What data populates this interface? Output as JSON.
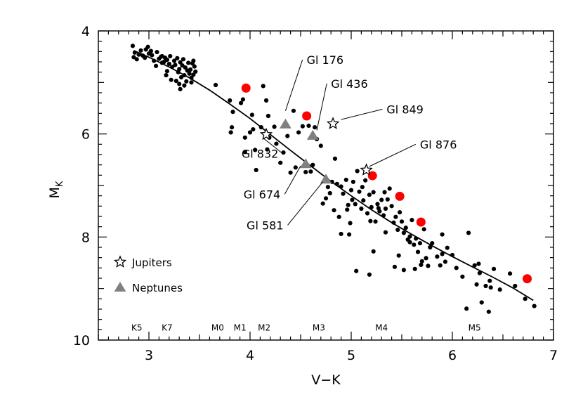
{
  "chart_data": {
    "type": "scatter",
    "xlabel": "V−K",
    "ylabel": {
      "main": "M",
      "sub": "K"
    },
    "xlim": [
      2.5,
      7.0
    ],
    "ylim": [
      10,
      4
    ],
    "y_inverted": true,
    "x_ticks": [
      "3",
      "4",
      "5",
      "6",
      "7"
    ],
    "y_ticks": [
      "4",
      "6",
      "8",
      "10"
    ],
    "grid": false,
    "colors": {
      "stars": "#000000",
      "red": "#ff0000",
      "neptune": "#808080",
      "curve": "#000000"
    },
    "series": [
      {
        "role": "stars",
        "marker": "dot",
        "points": [
          [
            2.84,
            4.29
          ],
          [
            2.86,
            4.42
          ],
          [
            2.85,
            4.51
          ],
          [
            2.88,
            4.55
          ],
          [
            2.9,
            4.46
          ],
          [
            2.92,
            4.38
          ],
          [
            2.94,
            4.48
          ],
          [
            2.96,
            4.52
          ],
          [
            2.97,
            4.36
          ],
          [
            2.99,
            4.31
          ],
          [
            3.0,
            4.44
          ],
          [
            3.02,
            4.39
          ],
          [
            3.03,
            4.47
          ],
          [
            3.05,
            4.58
          ],
          [
            3.07,
            4.68
          ],
          [
            3.08,
            4.41
          ],
          [
            3.1,
            4.54
          ],
          [
            3.12,
            4.5
          ],
          [
            3.13,
            4.49
          ],
          [
            3.15,
            4.6
          ],
          [
            3.16,
            4.52
          ],
          [
            3.18,
            4.56
          ],
          [
            3.2,
            4.64
          ],
          [
            3.21,
            4.49
          ],
          [
            3.23,
            4.7
          ],
          [
            3.25,
            4.58
          ],
          [
            3.26,
            4.66
          ],
          [
            3.28,
            4.53
          ],
          [
            3.29,
            4.8
          ],
          [
            3.3,
            4.74
          ],
          [
            3.31,
            4.61
          ],
          [
            3.32,
            4.9
          ],
          [
            3.33,
            4.67
          ],
          [
            3.34,
            4.55
          ],
          [
            3.35,
            4.86
          ],
          [
            3.36,
            4.71
          ],
          [
            3.37,
            4.98
          ],
          [
            3.38,
            4.77
          ],
          [
            3.39,
            4.62
          ],
          [
            3.4,
            4.83
          ],
          [
            3.41,
            4.75
          ],
          [
            3.42,
            4.91
          ],
          [
            3.43,
            4.63
          ],
          [
            3.44,
            4.85
          ],
          [
            3.45,
            4.69
          ],
          [
            3.27,
            4.97
          ],
          [
            3.3,
            5.03
          ],
          [
            3.22,
            4.95
          ],
          [
            3.35,
            5.06
          ],
          [
            3.18,
            4.78
          ],
          [
            3.17,
            4.86
          ],
          [
            3.13,
            4.62
          ],
          [
            3.42,
            5.0
          ],
          [
            3.46,
            4.79
          ],
          [
            3.44,
            4.58
          ],
          [
            3.31,
            5.13
          ],
          [
            3.66,
            5.05
          ],
          [
            3.8,
            5.35
          ],
          [
            3.83,
            5.57
          ],
          [
            3.82,
            5.87
          ],
          [
            3.81,
            5.97
          ],
          [
            3.91,
            5.4
          ],
          [
            3.93,
            5.33
          ],
          [
            3.95,
            6.07
          ],
          [
            3.95,
            6.35
          ],
          [
            4.0,
            5.97
          ],
          [
            4.02,
            5.63
          ],
          [
            4.03,
            5.91
          ],
          [
            4.05,
            6.31
          ],
          [
            4.06,
            6.7
          ],
          [
            4.11,
            5.87
          ],
          [
            4.13,
            5.07
          ],
          [
            4.16,
            5.35
          ],
          [
            4.18,
            5.65
          ],
          [
            4.17,
            6.3
          ],
          [
            4.19,
            6.07
          ],
          [
            4.24,
            5.86
          ],
          [
            4.26,
            6.19
          ],
          [
            4.3,
            6.56
          ],
          [
            4.33,
            6.36
          ],
          [
            4.37,
            6.04
          ],
          [
            4.4,
            6.75
          ],
          [
            4.43,
            5.55
          ],
          [
            4.45,
            6.65
          ],
          [
            4.48,
            5.97
          ],
          [
            4.52,
            5.85
          ],
          [
            4.55,
            6.74
          ],
          [
            4.58,
            5.84
          ],
          [
            4.6,
            6.73
          ],
          [
            4.62,
            6.6
          ],
          [
            4.64,
            5.87
          ],
          [
            4.66,
            6.1
          ],
          [
            4.7,
            6.23
          ],
          [
            4.75,
            7.25
          ],
          [
            4.77,
            7.03
          ],
          [
            4.79,
            7.15
          ],
          [
            4.81,
            6.93
          ],
          [
            4.83,
            7.48
          ],
          [
            4.86,
            6.97
          ],
          [
            4.88,
            7.61
          ],
          [
            4.9,
            7.02
          ],
          [
            4.92,
            7.16
          ],
          [
            4.95,
            6.89
          ],
          [
            4.97,
            7.38
          ],
          [
            4.98,
            7.95
          ],
          [
            5.0,
            7.09
          ],
          [
            5.02,
            6.93
          ],
          [
            5.04,
            7.36
          ],
          [
            5.06,
            6.72
          ],
          [
            5.08,
            7.12
          ],
          [
            5.1,
            7.45
          ],
          [
            5.12,
            7.29
          ],
          [
            5.14,
            6.9
          ],
          [
            5.16,
            7.54
          ],
          [
            5.18,
            7.18
          ],
          [
            5.2,
            7.42
          ],
          [
            5.22,
            7.13
          ],
          [
            5.24,
            7.7
          ],
          [
            5.26,
            7.36
          ],
          [
            5.28,
            7.5
          ],
          [
            5.3,
            7.28
          ],
          [
            5.32,
            7.58
          ],
          [
            5.34,
            7.45
          ],
          [
            5.36,
            7.27
          ],
          [
            5.38,
            7.06
          ],
          [
            5.4,
            7.4
          ],
          [
            5.42,
            7.72
          ],
          [
            5.44,
            7.61
          ],
          [
            5.46,
            7.86
          ],
          [
            5.48,
            7.52
          ],
          [
            5.5,
            7.7
          ],
          [
            5.52,
            7.92
          ],
          [
            5.54,
            7.82
          ],
          [
            5.56,
            8.05
          ],
          [
            5.58,
            7.99
          ],
          [
            5.6,
            7.67
          ],
          [
            5.62,
            8.15
          ],
          [
            5.64,
            8.03
          ],
          [
            5.66,
            8.29
          ],
          [
            5.68,
            8.12
          ],
          [
            5.7,
            8.47
          ],
          [
            5.72,
            7.85
          ],
          [
            5.74,
            8.41
          ],
          [
            5.76,
            8.56
          ],
          [
            5.78,
            8.2
          ],
          [
            5.8,
            8.12
          ],
          [
            5.85,
            8.38
          ],
          [
            5.88,
            8.55
          ],
          [
            5.9,
            7.95
          ],
          [
            5.93,
            8.48
          ],
          [
            5.95,
            8.21
          ],
          [
            6.0,
            8.35
          ],
          [
            6.04,
            8.6
          ],
          [
            6.1,
            8.77
          ],
          [
            6.14,
            9.39
          ],
          [
            6.16,
            7.92
          ],
          [
            6.22,
            8.55
          ],
          [
            6.24,
            8.92
          ],
          [
            6.27,
            8.7
          ],
          [
            6.29,
            9.27
          ],
          [
            6.33,
            8.95
          ],
          [
            6.37,
            8.85
          ],
          [
            6.41,
            8.62
          ],
          [
            6.47,
            9.02
          ],
          [
            6.57,
            8.71
          ],
          [
            6.62,
            8.95
          ],
          [
            6.72,
            9.2
          ],
          [
            6.81,
            9.34
          ],
          [
            6.36,
            9.45
          ],
          [
            6.38,
            8.98
          ],
          [
            5.52,
            8.64
          ],
          [
            5.43,
            8.58
          ],
          [
            5.69,
            8.54
          ],
          [
            5.27,
            7.44
          ],
          [
            5.01,
            7.28
          ],
          [
            5.19,
            7.69
          ],
          [
            5.34,
            7.91
          ],
          [
            5.58,
            8.1
          ],
          [
            5.9,
            8.33
          ],
          [
            6.26,
            8.52
          ],
          [
            4.72,
            7.35
          ],
          [
            4.99,
            7.73
          ],
          [
            5.11,
            7.03
          ],
          [
            5.22,
            8.28
          ],
          [
            4.84,
            6.48
          ],
          [
            4.96,
            7.47
          ],
          [
            5.05,
            8.66
          ],
          [
            5.63,
            8.62
          ],
          [
            5.18,
            8.73
          ],
          [
            5.47,
            8.36
          ],
          [
            5.33,
            7.13
          ],
          [
            4.9,
            7.94
          ]
        ]
      },
      {
        "role": "red",
        "marker": "circle",
        "points": [
          [
            3.96,
            5.11
          ],
          [
            4.56,
            5.65
          ],
          [
            5.21,
            6.81
          ],
          [
            5.48,
            7.21
          ],
          [
            5.69,
            7.71
          ],
          [
            6.74,
            8.81
          ]
        ]
      },
      {
        "role": "neptune",
        "name": "Neptunes",
        "marker": "triangle",
        "points": [
          [
            4.35,
            5.81
          ],
          [
            4.62,
            6.03
          ],
          [
            4.55,
            6.58
          ],
          [
            4.75,
            6.88
          ]
        ]
      },
      {
        "role": "jupiter",
        "name": "Jupiters",
        "marker": "star",
        "points": [
          [
            4.16,
            6.01
          ],
          [
            4.82,
            5.8
          ],
          [
            5.15,
            6.7
          ]
        ]
      }
    ],
    "curve": [
      [
        2.85,
        4.38
      ],
      [
        3.0,
        4.51
      ],
      [
        3.2,
        4.7
      ],
      [
        3.4,
        4.91
      ],
      [
        3.6,
        5.15
      ],
      [
        3.8,
        5.42
      ],
      [
        4.0,
        5.7
      ],
      [
        4.2,
        6.01
      ],
      [
        4.4,
        6.32
      ],
      [
        4.6,
        6.62
      ],
      [
        4.8,
        6.92
      ],
      [
        5.0,
        7.2
      ],
      [
        5.2,
        7.47
      ],
      [
        5.4,
        7.72
      ],
      [
        5.6,
        7.95
      ],
      [
        5.8,
        8.17
      ],
      [
        6.0,
        8.38
      ],
      [
        6.2,
        8.58
      ],
      [
        6.4,
        8.78
      ],
      [
        6.6,
        8.99
      ],
      [
        6.8,
        9.23
      ]
    ],
    "annotations": [
      {
        "text": "Gl 176",
        "anchor": [
          4.35,
          5.55
        ],
        "label": [
          4.56,
          4.56
        ],
        "align": "start"
      },
      {
        "text": "Gl 436",
        "anchor": [
          4.66,
          5.93
        ],
        "label": [
          4.8,
          5.02
        ],
        "align": "start"
      },
      {
        "text": "Gl 849",
        "anchor": [
          4.9,
          5.72
        ],
        "label": [
          5.35,
          5.52
        ],
        "align": "start"
      },
      {
        "text": "Gl 876",
        "anchor": [
          5.18,
          6.63
        ],
        "label": [
          5.68,
          6.2
        ],
        "align": "start"
      },
      {
        "text": "Gl 832",
        "anchor": [
          4.13,
          6.08
        ],
        "label": [
          4.28,
          6.38
        ],
        "align": "end"
      },
      {
        "text": "Gl 674",
        "anchor": [
          4.5,
          6.62
        ],
        "label": [
          4.3,
          7.17
        ],
        "align": "end"
      },
      {
        "text": "Gl 581",
        "anchor": [
          4.72,
          6.93
        ],
        "label": [
          4.33,
          7.77
        ],
        "align": "end"
      }
    ],
    "legend": {
      "placement": "bottom-left",
      "entries": [
        {
          "marker": "star",
          "label": "Jupiters"
        },
        {
          "marker": "triangle",
          "label": "Neptunes"
        }
      ]
    },
    "spectral_types": [
      {
        "label": "K5",
        "x": 2.88
      },
      {
        "label": "K7",
        "x": 3.18
      },
      {
        "label": "M0",
        "x": 3.68
      },
      {
        "label": "M1",
        "x": 3.9
      },
      {
        "label": "M2",
        "x": 4.14
      },
      {
        "label": "M3",
        "x": 4.68
      },
      {
        "label": "M4",
        "x": 5.3
      },
      {
        "label": "M5",
        "x": 6.22
      }
    ],
    "spectral_types_y": 9.75
  }
}
